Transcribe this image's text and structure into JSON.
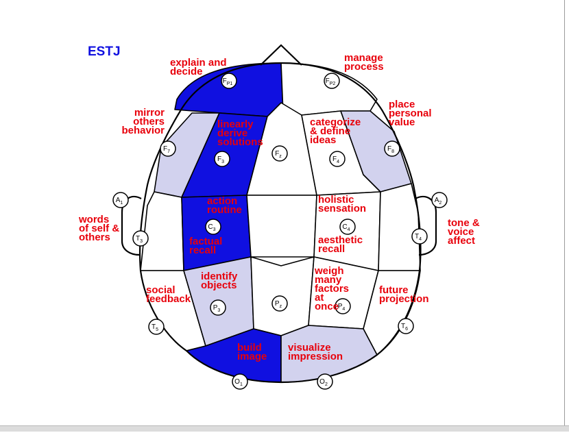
{
  "title": "ESTJ",
  "colors": {
    "title": "#1010e0",
    "label": "#e8000b",
    "strong": "#1010e0",
    "light": "#d2d2ee",
    "none": "#ffffff"
  },
  "regions": [
    {
      "name": "fp1",
      "fill": "strong"
    },
    {
      "name": "fp2",
      "fill": "none"
    },
    {
      "name": "f7",
      "fill": "light"
    },
    {
      "name": "f3",
      "fill": "strong"
    },
    {
      "name": "fz",
      "fill": "none"
    },
    {
      "name": "f4",
      "fill": "none"
    },
    {
      "name": "f8",
      "fill": "light"
    },
    {
      "name": "t3",
      "fill": "none"
    },
    {
      "name": "c3",
      "fill": "strong"
    },
    {
      "name": "cz",
      "fill": "none"
    },
    {
      "name": "c4",
      "fill": "none"
    },
    {
      "name": "t4",
      "fill": "none"
    },
    {
      "name": "t5",
      "fill": "none"
    },
    {
      "name": "p3",
      "fill": "light"
    },
    {
      "name": "pz",
      "fill": "none"
    },
    {
      "name": "p4",
      "fill": "none"
    },
    {
      "name": "t6",
      "fill": "none"
    },
    {
      "name": "o1",
      "fill": "strong"
    },
    {
      "name": "o2",
      "fill": "light"
    }
  ],
  "electrodes": [
    {
      "name": "fp1",
      "main": "F",
      "sub": "P1"
    },
    {
      "name": "fp2",
      "main": "F",
      "sub": "P2"
    },
    {
      "name": "f7",
      "main": "F",
      "sub": "7"
    },
    {
      "name": "f3",
      "main": "F",
      "sub": "3"
    },
    {
      "name": "fz",
      "main": "F",
      "sub": "z"
    },
    {
      "name": "f4",
      "main": "F",
      "sub": "4"
    },
    {
      "name": "f8",
      "main": "F",
      "sub": "8"
    },
    {
      "name": "a1",
      "main": "A",
      "sub": "1"
    },
    {
      "name": "a2",
      "main": "A",
      "sub": "2"
    },
    {
      "name": "t3",
      "main": "T",
      "sub": "3"
    },
    {
      "name": "c3",
      "main": "C",
      "sub": "3"
    },
    {
      "name": "c4",
      "main": "C",
      "sub": "4"
    },
    {
      "name": "t4",
      "main": "T",
      "sub": "4"
    },
    {
      "name": "t5",
      "main": "T",
      "sub": "5"
    },
    {
      "name": "p3",
      "main": "P",
      "sub": "3"
    },
    {
      "name": "pz",
      "main": "P",
      "sub": "z"
    },
    {
      "name": "p4",
      "main": "P",
      "sub": "4"
    },
    {
      "name": "t6",
      "main": "T",
      "sub": "6"
    },
    {
      "name": "o1",
      "main": "O",
      "sub": "1"
    },
    {
      "name": "o2",
      "main": "O",
      "sub": "2"
    }
  ],
  "labels": [
    {
      "name": "explain-and-decide",
      "lines": [
        "explain and",
        "decide"
      ]
    },
    {
      "name": "manage-process",
      "lines": [
        "manage",
        "process"
      ]
    },
    {
      "name": "mirror-others-behavior",
      "lines": [
        "mirror",
        "others",
        "behavior"
      ]
    },
    {
      "name": "linearly-derive-solutions",
      "lines": [
        "linearly",
        "derive",
        "solutions"
      ]
    },
    {
      "name": "categorize-define-ideas",
      "lines": [
        "categorize",
        "& define",
        "ideas"
      ]
    },
    {
      "name": "place-personal-value",
      "lines": [
        "place",
        "personal",
        "value"
      ]
    },
    {
      "name": "action-routine",
      "lines": [
        "action",
        "routine"
      ]
    },
    {
      "name": "holistic-sensation",
      "lines": [
        "holistic",
        "sensation"
      ]
    },
    {
      "name": "words-of-self-others",
      "lines": [
        "words",
        "of self &",
        "others"
      ]
    },
    {
      "name": "tone-voice-affect",
      "lines": [
        "tone &",
        "voice",
        "affect"
      ]
    },
    {
      "name": "factual-recall",
      "lines": [
        "factual",
        "recall"
      ]
    },
    {
      "name": "aesthetic-recall",
      "lines": [
        "aesthetic",
        "recall"
      ]
    },
    {
      "name": "identify-objects",
      "lines": [
        "identify",
        "objects"
      ]
    },
    {
      "name": "weigh-many-factors",
      "lines": [
        "weigh",
        "many",
        "factors",
        "at",
        "once"
      ]
    },
    {
      "name": "social-feedback",
      "lines": [
        "social",
        "feedback"
      ]
    },
    {
      "name": "future-projection",
      "lines": [
        "future",
        "projection"
      ]
    },
    {
      "name": "build-image",
      "lines": [
        "build",
        "image"
      ]
    },
    {
      "name": "visualize-impression",
      "lines": [
        "visualize",
        "impression"
      ]
    }
  ]
}
